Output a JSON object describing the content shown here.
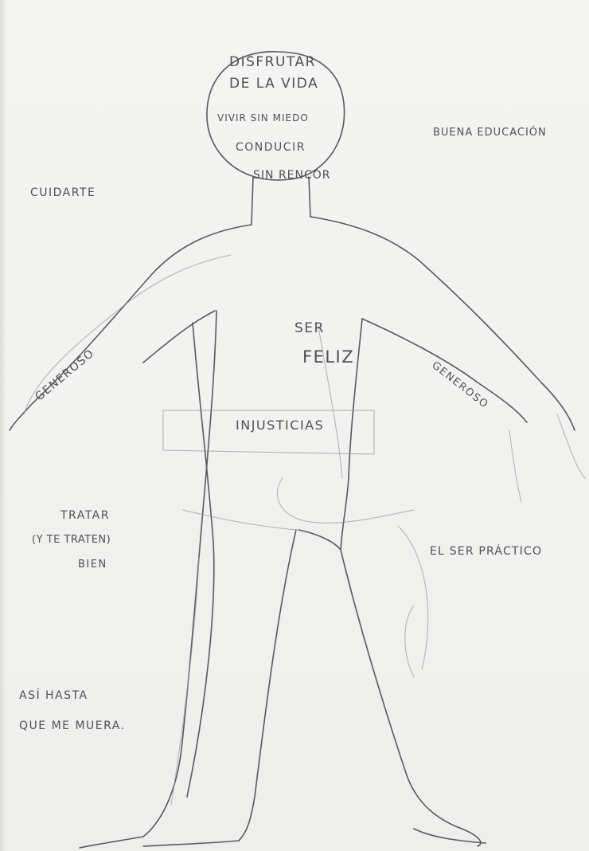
{
  "drawing": {
    "head": {
      "line1": "DISFRUTAR",
      "line2": "DE LA VIDA",
      "line3": "VIVIR SIN MIEDO",
      "line4": "CONDUCIR",
      "line5": "SIN RENCOR"
    },
    "left": {
      "cuidarte": "CUIDARTE",
      "generoso": "GENEROSO",
      "tratar1": "TRATAR",
      "tratar2": "(Y TE TRATEN)",
      "tratar3": "BIEN",
      "asi1": "ASÍ HASTA",
      "asi2": "QUE ME MUERA."
    },
    "right": {
      "educacion": "BUENA EDUCACIÓN",
      "generoso": "GENEROSO",
      "practico": "EL SER PRÁCTICO"
    },
    "torso": {
      "ser": "SER",
      "feliz": "FELIZ",
      "injusticias": "INJUSTICIAS"
    }
  }
}
